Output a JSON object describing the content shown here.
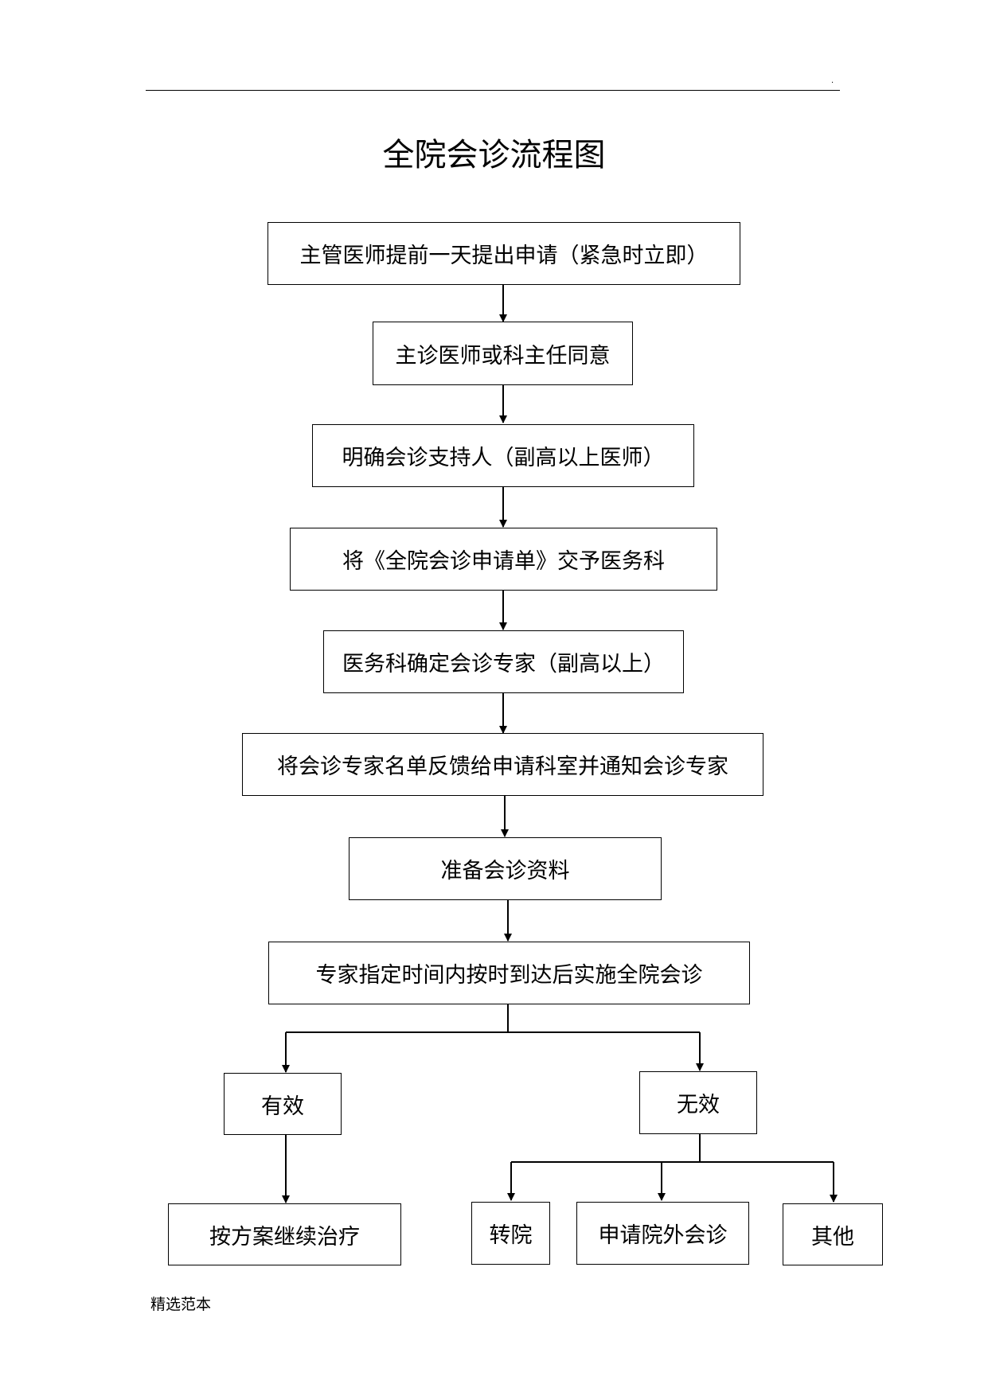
{
  "header": {
    "marker": "."
  },
  "title": "全院会诊流程图",
  "steps": [
    "主管医师提前一天提出申请（紧急时立即）",
    "主诊医师或科主任同意",
    "明确会诊支持人（副高以上医师）",
    "将《全院会诊申请单》交予医务科",
    "医务科确定会诊专家（副高以上）",
    "将会诊专家名单反馈给申请科室并通知会诊专家",
    "准备会诊资料",
    "专家指定时间内按时到达后实施全院会诊"
  ],
  "branches": {
    "valid": {
      "label": "有效",
      "outcome": "按方案继续治疗"
    },
    "invalid": {
      "label": "无效",
      "outcomes": [
        "转院",
        "申请院外会诊",
        "其他"
      ]
    }
  },
  "footer": "精选范本"
}
